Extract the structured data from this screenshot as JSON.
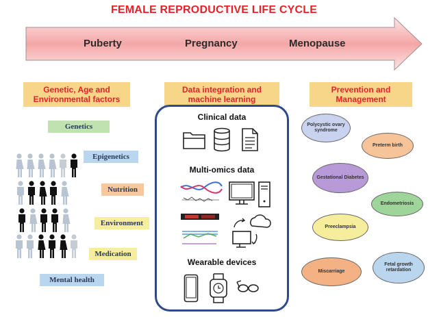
{
  "title": "FEMALE REPRODUCTIVE LIFE CYCLE",
  "stages": [
    "Puberty",
    "Pregnancy",
    "Menopause"
  ],
  "columns": {
    "left": "Genetic, Age and Environmental factors",
    "middle": "Data integration and machine learning",
    "right": "Prevention and Management"
  },
  "factors": [
    "Genetics",
    "Epigenetics",
    "Nutrition",
    "Environment",
    "Medication",
    "Mental health"
  ],
  "data_sections": [
    "Clinical data",
    "Multi-omics data",
    "Wearable devices"
  ],
  "conditions": [
    "Polycystic ovary syndrome",
    "Preterm birth",
    "Gestational Diabetes",
    "Endometriosis",
    "Preeclampsia",
    "Miscarriage",
    "Fetal growth retardation"
  ],
  "colors": {
    "title": "#e8202a",
    "arrow": "#f4a6a6",
    "header_bg": "#f7d68a",
    "box_border": "#2e4a8a",
    "genetics": "#bfe3b0",
    "epigenetics": "#b9d6ee",
    "nutrition": "#f7c79e",
    "environment": "#f6ee9c",
    "medication": "#f6ee9c",
    "mental_health": "#b9d6ee",
    "pcos": "#c9d3f0",
    "preterm": "#f7c49a",
    "gdm": "#b99ad8",
    "endometriosis": "#9fd49a",
    "preeclampsia": "#f6ee9c",
    "miscarriage": "#f4b184",
    "fgr": "#b9d6ee"
  },
  "icons": [
    "folder-icon",
    "database-icon",
    "document-icon",
    "dna-icon",
    "computer-icon",
    "cloud-sync-icon",
    "smartphone-icon",
    "smartwatch-icon",
    "smart-glasses-icon",
    "people-icon"
  ]
}
